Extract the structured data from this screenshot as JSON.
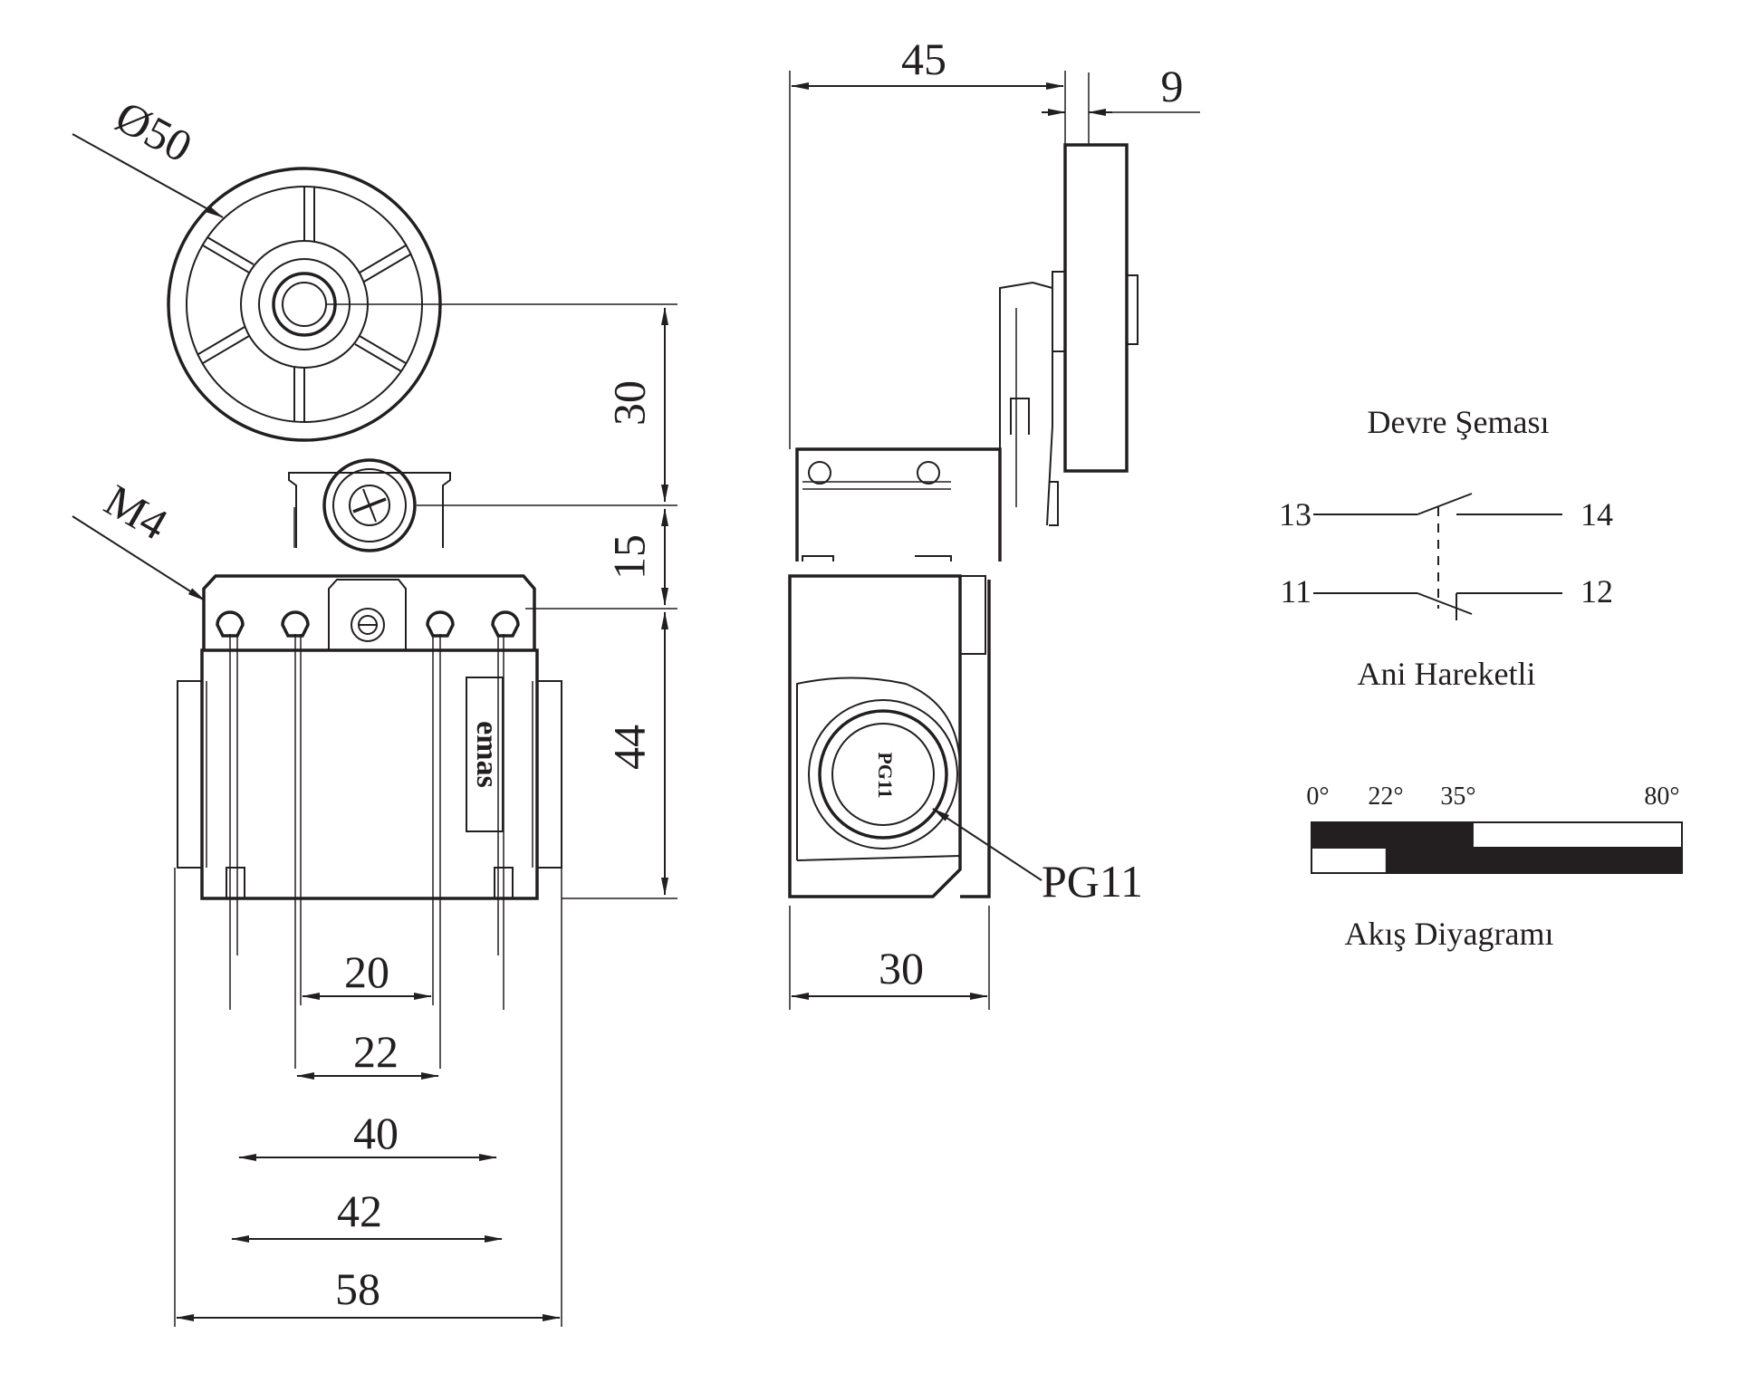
{
  "front_view": {
    "diameter_label": "Ø50",
    "thread_label": "M4",
    "brand_text": "emas",
    "dimensions": {
      "v30": "30",
      "v15": "15",
      "v44": "44",
      "h20": "20",
      "h22": "22",
      "h40": "40",
      "h42": "42",
      "h58": "58"
    }
  },
  "side_view": {
    "dimensions": {
      "h45": "45",
      "h9": "9",
      "h30": "30"
    },
    "gland_label": "PG11",
    "gland_text": "PG11"
  },
  "circuit": {
    "title": "Devre Şeması",
    "terminals": {
      "t13": "13",
      "t14": "14",
      "t11": "11",
      "t12": "12"
    },
    "subtitle": "Ani Hareketli"
  },
  "flow_diagram": {
    "title": "Akış Diyagramı",
    "angles": [
      "0°",
      "22°",
      "35°",
      "80°"
    ],
    "max_angle": 80,
    "top_bar_black": [
      [
        0,
        35
      ]
    ],
    "bottom_bar_black": [
      [
        16,
        80
      ]
    ]
  }
}
